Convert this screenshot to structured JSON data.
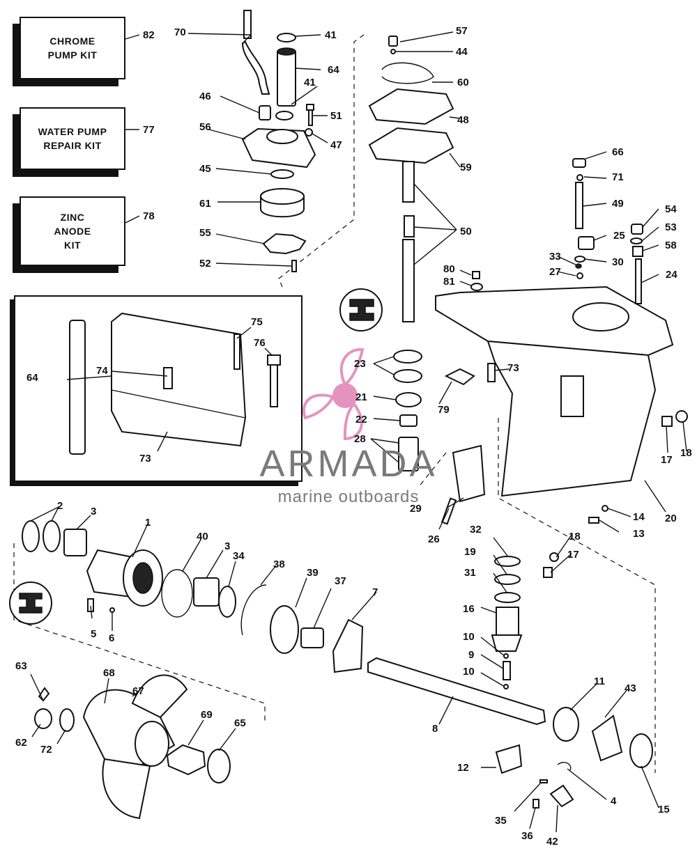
{
  "kits": [
    {
      "lines": [
        "CHROME",
        "PUMP KIT"
      ],
      "number": "82"
    },
    {
      "lines": [
        "WATER PUMP",
        "REPAIR KIT"
      ],
      "number": "77"
    },
    {
      "lines": [
        "ZINC",
        "ANODE",
        "KIT"
      ],
      "number": "78"
    }
  ],
  "watermark": {
    "title": "ARMADA",
    "subtitle": "marine outboards"
  },
  "callouts": [
    "1",
    "2",
    "3",
    "4",
    "5",
    "6",
    "7",
    "8",
    "9",
    "10",
    "11",
    "12",
    "13",
    "14",
    "15",
    "16",
    "17",
    "18",
    "19",
    "20",
    "21",
    "22",
    "23",
    "24",
    "25",
    "26",
    "27",
    "28",
    "29",
    "30",
    "31",
    "32",
    "33",
    "34",
    "35",
    "36",
    "37",
    "38",
    "39",
    "40",
    "41",
    "42",
    "43",
    "44",
    "45",
    "46",
    "47",
    "48",
    "49",
    "50",
    "51",
    "52",
    "53",
    "54",
    "55",
    "56",
    "57",
    "58",
    "59",
    "60",
    "61",
    "62",
    "63",
    "64",
    "65",
    "66",
    "67",
    "68",
    "69",
    "70",
    "71",
    "72",
    "73",
    "74",
    "75",
    "76",
    "77",
    "78",
    "79",
    "80",
    "81",
    "82"
  ]
}
